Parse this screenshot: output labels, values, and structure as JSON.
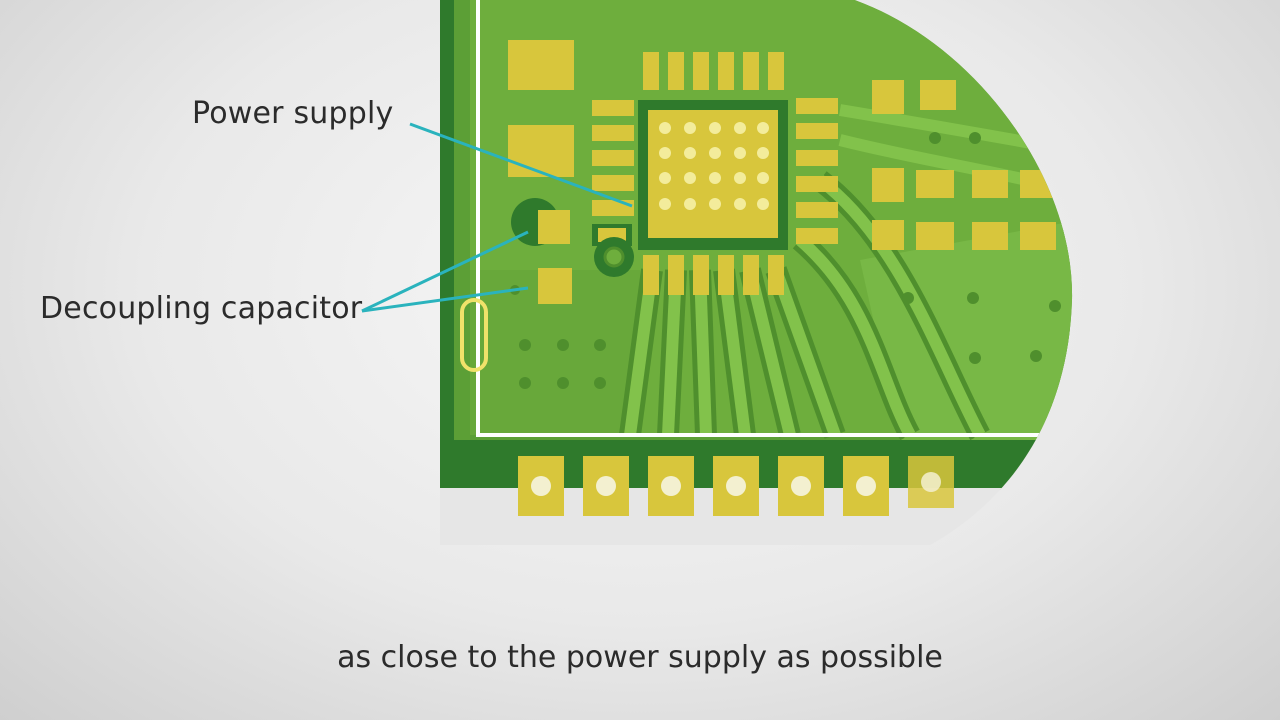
{
  "labels": {
    "power_supply": "Power supply",
    "decoupling_capacitor": "Decoupling capacitor"
  },
  "caption": "as close to the power supply as possible",
  "colors": {
    "background": "#e6e6e6",
    "pcb_green": "#63a63a",
    "pcb_dark": "#2f7a2c",
    "trace_green": "#7bbd45",
    "pad_gold": "#d8c63c",
    "silkscreen": "#ffffff",
    "callout_line": "#2ab3bd",
    "text": "#2b2b2b"
  },
  "icons": [
    "pcb-board",
    "ic-chip",
    "decoupling-capacitor-pads",
    "via",
    "callout-line"
  ]
}
